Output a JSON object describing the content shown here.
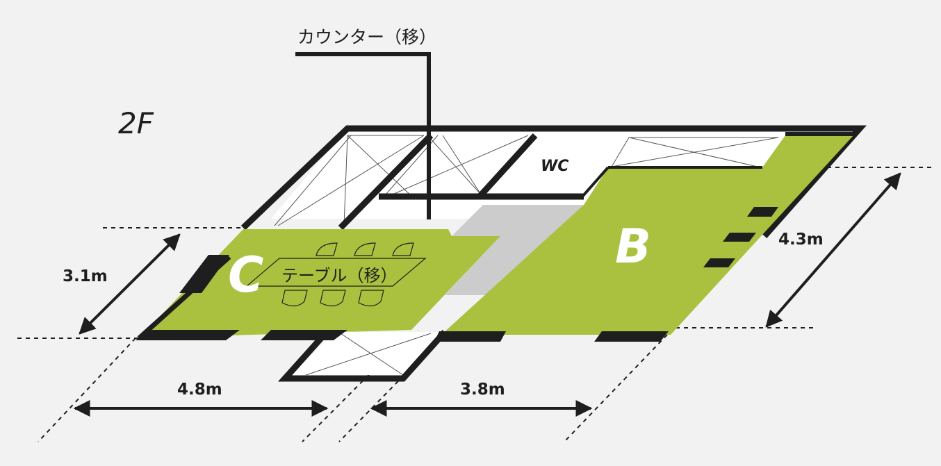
{
  "floor_label": "2F",
  "counter_label": "カウンター（移）",
  "wc_label": "WC",
  "room_c": {
    "letter": "C",
    "table_label": "テーブル（移）"
  },
  "room_b": {
    "letter": "B"
  },
  "dimensions": {
    "c_depth": "3.1m",
    "b_depth": "4.3m",
    "c_width": "4.8m",
    "b_width": "3.8m"
  },
  "colors": {
    "room_fill": "#a9c13e",
    "wall": "#1e1e1e",
    "hall_fill": "#cccccc",
    "background": "#f2f2f2"
  }
}
